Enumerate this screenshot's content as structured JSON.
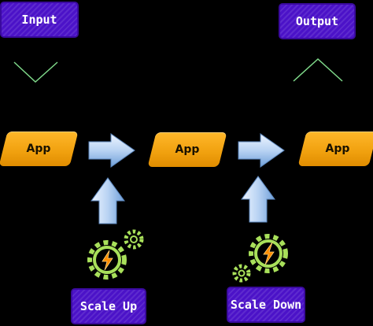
{
  "labels": {
    "input": "Input",
    "output": "Output",
    "scale_up": "Scale Up",
    "scale_down": "Scale Down"
  },
  "nodes": [
    {
      "label": "App"
    },
    {
      "label": "App"
    },
    {
      "label": "App"
    }
  ],
  "icons": {
    "input_chevron": "chevron-down-icon",
    "output_chevron": "chevron-up-icon",
    "flow_arrow": "right-arrow-icon",
    "scale_arrow": "up-arrow-icon",
    "scale_gears": "gears-lightning-icon"
  },
  "colors": {
    "background": "#000000",
    "tag_fill": "#4b12c8",
    "app_fill": "#f0a00e",
    "chevron": "#7fd98a",
    "arrow_light": "#e6f0ff",
    "arrow_dark": "#6f9fd8",
    "gear": "#a8e05a",
    "bolt": "#ff8c00"
  }
}
